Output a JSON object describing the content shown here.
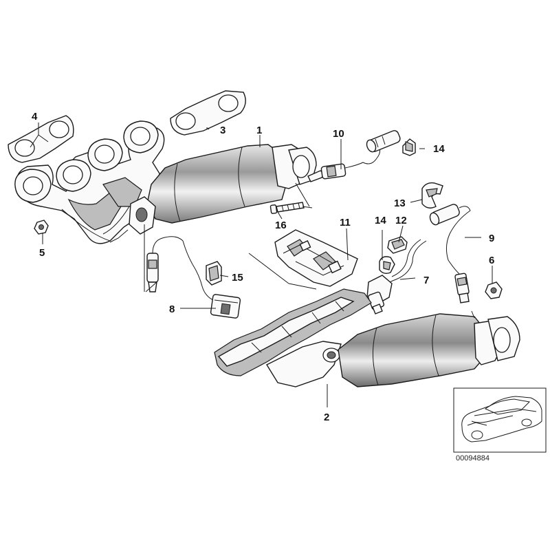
{
  "callouts": [
    {
      "id": "c1",
      "label": "1"
    },
    {
      "id": "c2",
      "label": "2"
    },
    {
      "id": "c3",
      "label": "3"
    },
    {
      "id": "c4",
      "label": "4"
    },
    {
      "id": "c5",
      "label": "5"
    },
    {
      "id": "c6",
      "label": "6"
    },
    {
      "id": "c7",
      "label": "7"
    },
    {
      "id": "c8",
      "label": "8"
    },
    {
      "id": "c9",
      "label": "9"
    },
    {
      "id": "c10",
      "label": "10"
    },
    {
      "id": "c11",
      "label": "11"
    },
    {
      "id": "c12",
      "label": "12"
    },
    {
      "id": "c13",
      "label": "13"
    },
    {
      "id": "c14a",
      "label": "14"
    },
    {
      "id": "c14b",
      "label": "14"
    },
    {
      "id": "c15",
      "label": "15"
    },
    {
      "id": "c16",
      "label": "16"
    }
  ],
  "diagram_ref": "00094884",
  "colors": {
    "line": "#1a1a1a",
    "shade": "#bdbdbd",
    "background": "#ffffff"
  }
}
